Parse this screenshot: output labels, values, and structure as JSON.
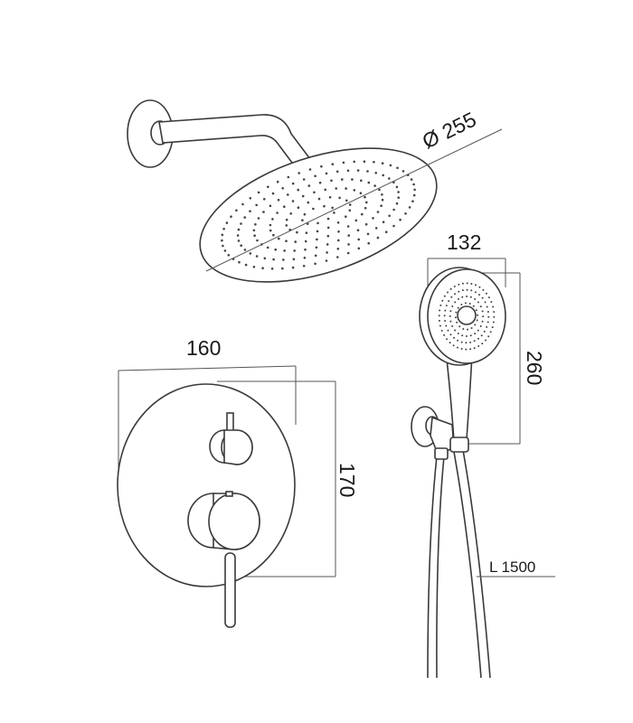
{
  "dimensions": {
    "head_diameter": "Ø 255",
    "hand_shower_width": "132",
    "hand_shower_height": "260",
    "mixer_width": "160",
    "mixer_height": "170",
    "hose_length": "L 1500"
  },
  "colors": {
    "line": "#3a3a3a",
    "dimension_line": "#555555",
    "background": "#ffffff"
  }
}
